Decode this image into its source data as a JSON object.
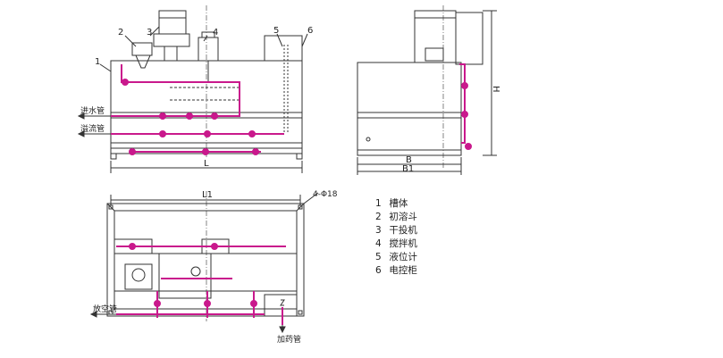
{
  "front_view": {
    "callouts": [
      "1",
      "2",
      "3",
      "4",
      "5",
      "6"
    ],
    "pipe_labels": {
      "inlet": "进水管",
      "overflow": "溢流管"
    },
    "dim_length": "L"
  },
  "side_view": {
    "dim_b": "B",
    "dim_b1": "B1",
    "dim_h": "H"
  },
  "top_view": {
    "dim_l1": "L1",
    "holes": "4-Φ18",
    "pipe_labels": {
      "vent": "放空管",
      "dosing": "加药管"
    }
  },
  "legend": [
    {
      "num": "1",
      "text": "槽体"
    },
    {
      "num": "2",
      "text": "初溶斗"
    },
    {
      "num": "3",
      "text": "干投机"
    },
    {
      "num": "4",
      "text": "搅拌机"
    },
    {
      "num": "5",
      "text": "液位计"
    },
    {
      "num": "6",
      "text": "电控柜"
    }
  ],
  "colors": {
    "pipe": "#c9198c",
    "line": "#333333"
  }
}
